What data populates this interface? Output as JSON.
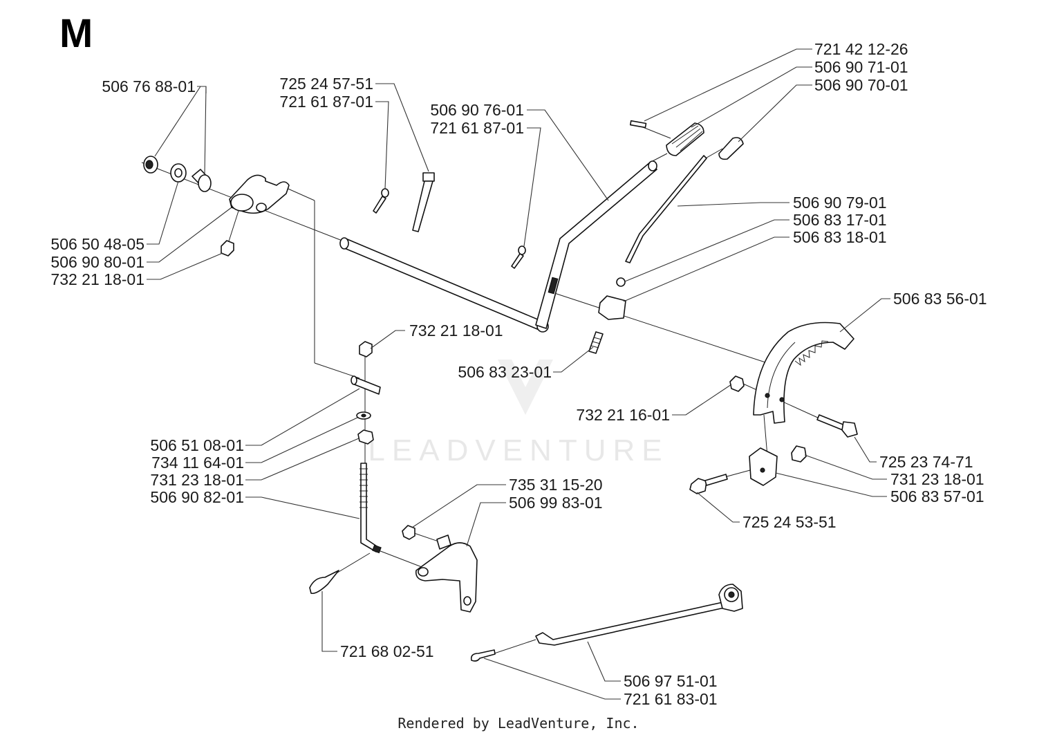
{
  "section_letter": "M",
  "watermark": "LEADVENTURE",
  "footer": "Rendered by LeadVenture, Inc.",
  "labels": [
    "506 76 88-01",
    "725 24 57-51",
    "721 61 87-01",
    "506 90 76-01",
    "721 61 87-01",
    "721 42 12-26",
    "506 90 71-01",
    "506 90 70-01",
    "506 90 79-01",
    "506 83 17-01",
    "506 83 18-01",
    "506 50 48-05",
    "506 90 80-01",
    "732 21 18-01",
    "506 83 56-01",
    "732 21 18-01",
    "506 83 23-01",
    "732 21 16-01",
    "506 51 08-01",
    "734 11 64-01",
    "731 23 18-01",
    "506 90 82-01",
    "725 23 74-71",
    "731 23 18-01",
    "506 83 57-01",
    "735 31 15-20",
    "506 99 83-01",
    "725 24 53-51",
    "721 68 02-51",
    "506 97 51-01",
    "721 61 83-01"
  ]
}
